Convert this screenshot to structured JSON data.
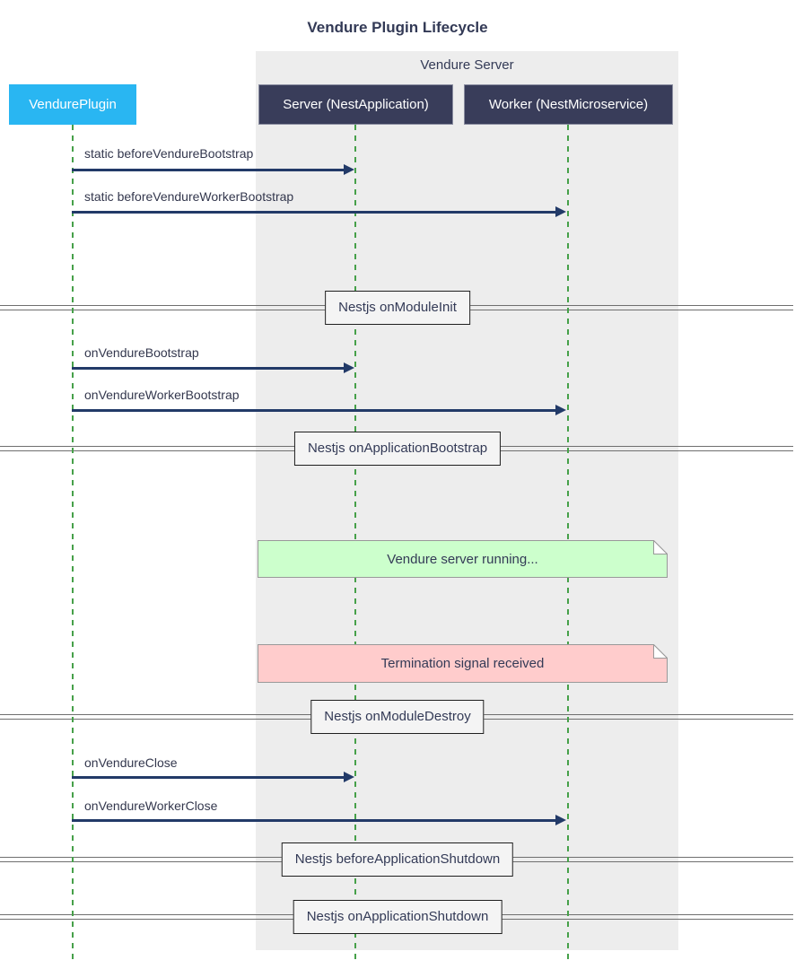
{
  "title": "Vendure Plugin Lifecycle",
  "group": {
    "label": "Vendure Server"
  },
  "participants": [
    {
      "label": "VendurePlugin"
    },
    {
      "label": "Server (NestApplication)"
    },
    {
      "label": "Worker (NestMicroservice)"
    }
  ],
  "messages": [
    {
      "label": "static beforeVendureBootstrap",
      "from": "VendurePlugin",
      "to": "Server (NestApplication)"
    },
    {
      "label": "static beforeVendureWorkerBootstrap",
      "from": "VendurePlugin",
      "to": "Worker (NestMicroservice)"
    },
    {
      "label": "onVendureBootstrap",
      "from": "VendurePlugin",
      "to": "Server (NestApplication)"
    },
    {
      "label": "onVendureWorkerBootstrap",
      "from": "VendurePlugin",
      "to": "Worker (NestMicroservice)"
    },
    {
      "label": "onVendureClose",
      "from": "VendurePlugin",
      "to": "Server (NestApplication)"
    },
    {
      "label": "onVendureWorkerClose",
      "from": "VendurePlugin",
      "to": "Worker (NestMicroservice)"
    }
  ],
  "dividers": [
    {
      "label": "Nestjs onModuleInit"
    },
    {
      "label": "Nestjs onApplicationBootstrap"
    },
    {
      "label": "Nestjs onModuleDestroy"
    },
    {
      "label": "Nestjs beforeApplicationShutdown"
    },
    {
      "label": "Nestjs onApplicationShutdown"
    }
  ],
  "notes": [
    {
      "label": "Vendure server running...",
      "type": "success",
      "fill": "#ccffcc"
    },
    {
      "label": "Termination signal received",
      "type": "danger",
      "fill": "#ffcccc"
    }
  ],
  "colors": {
    "ink": "#333a56",
    "message_ink": "#33374d",
    "accent_cyan": "#29b6f2",
    "accent_navy": "#393d5a",
    "group_bg": "#ededed",
    "lifeline_green": "#46a049",
    "arrow_navy": "#223a68",
    "divider_line": "#6f6f6f",
    "divider_box_bg": "#f4f4f4",
    "note_border": "#999999",
    "note_green": "#ccffcc",
    "note_pink": "#ffcccc"
  }
}
